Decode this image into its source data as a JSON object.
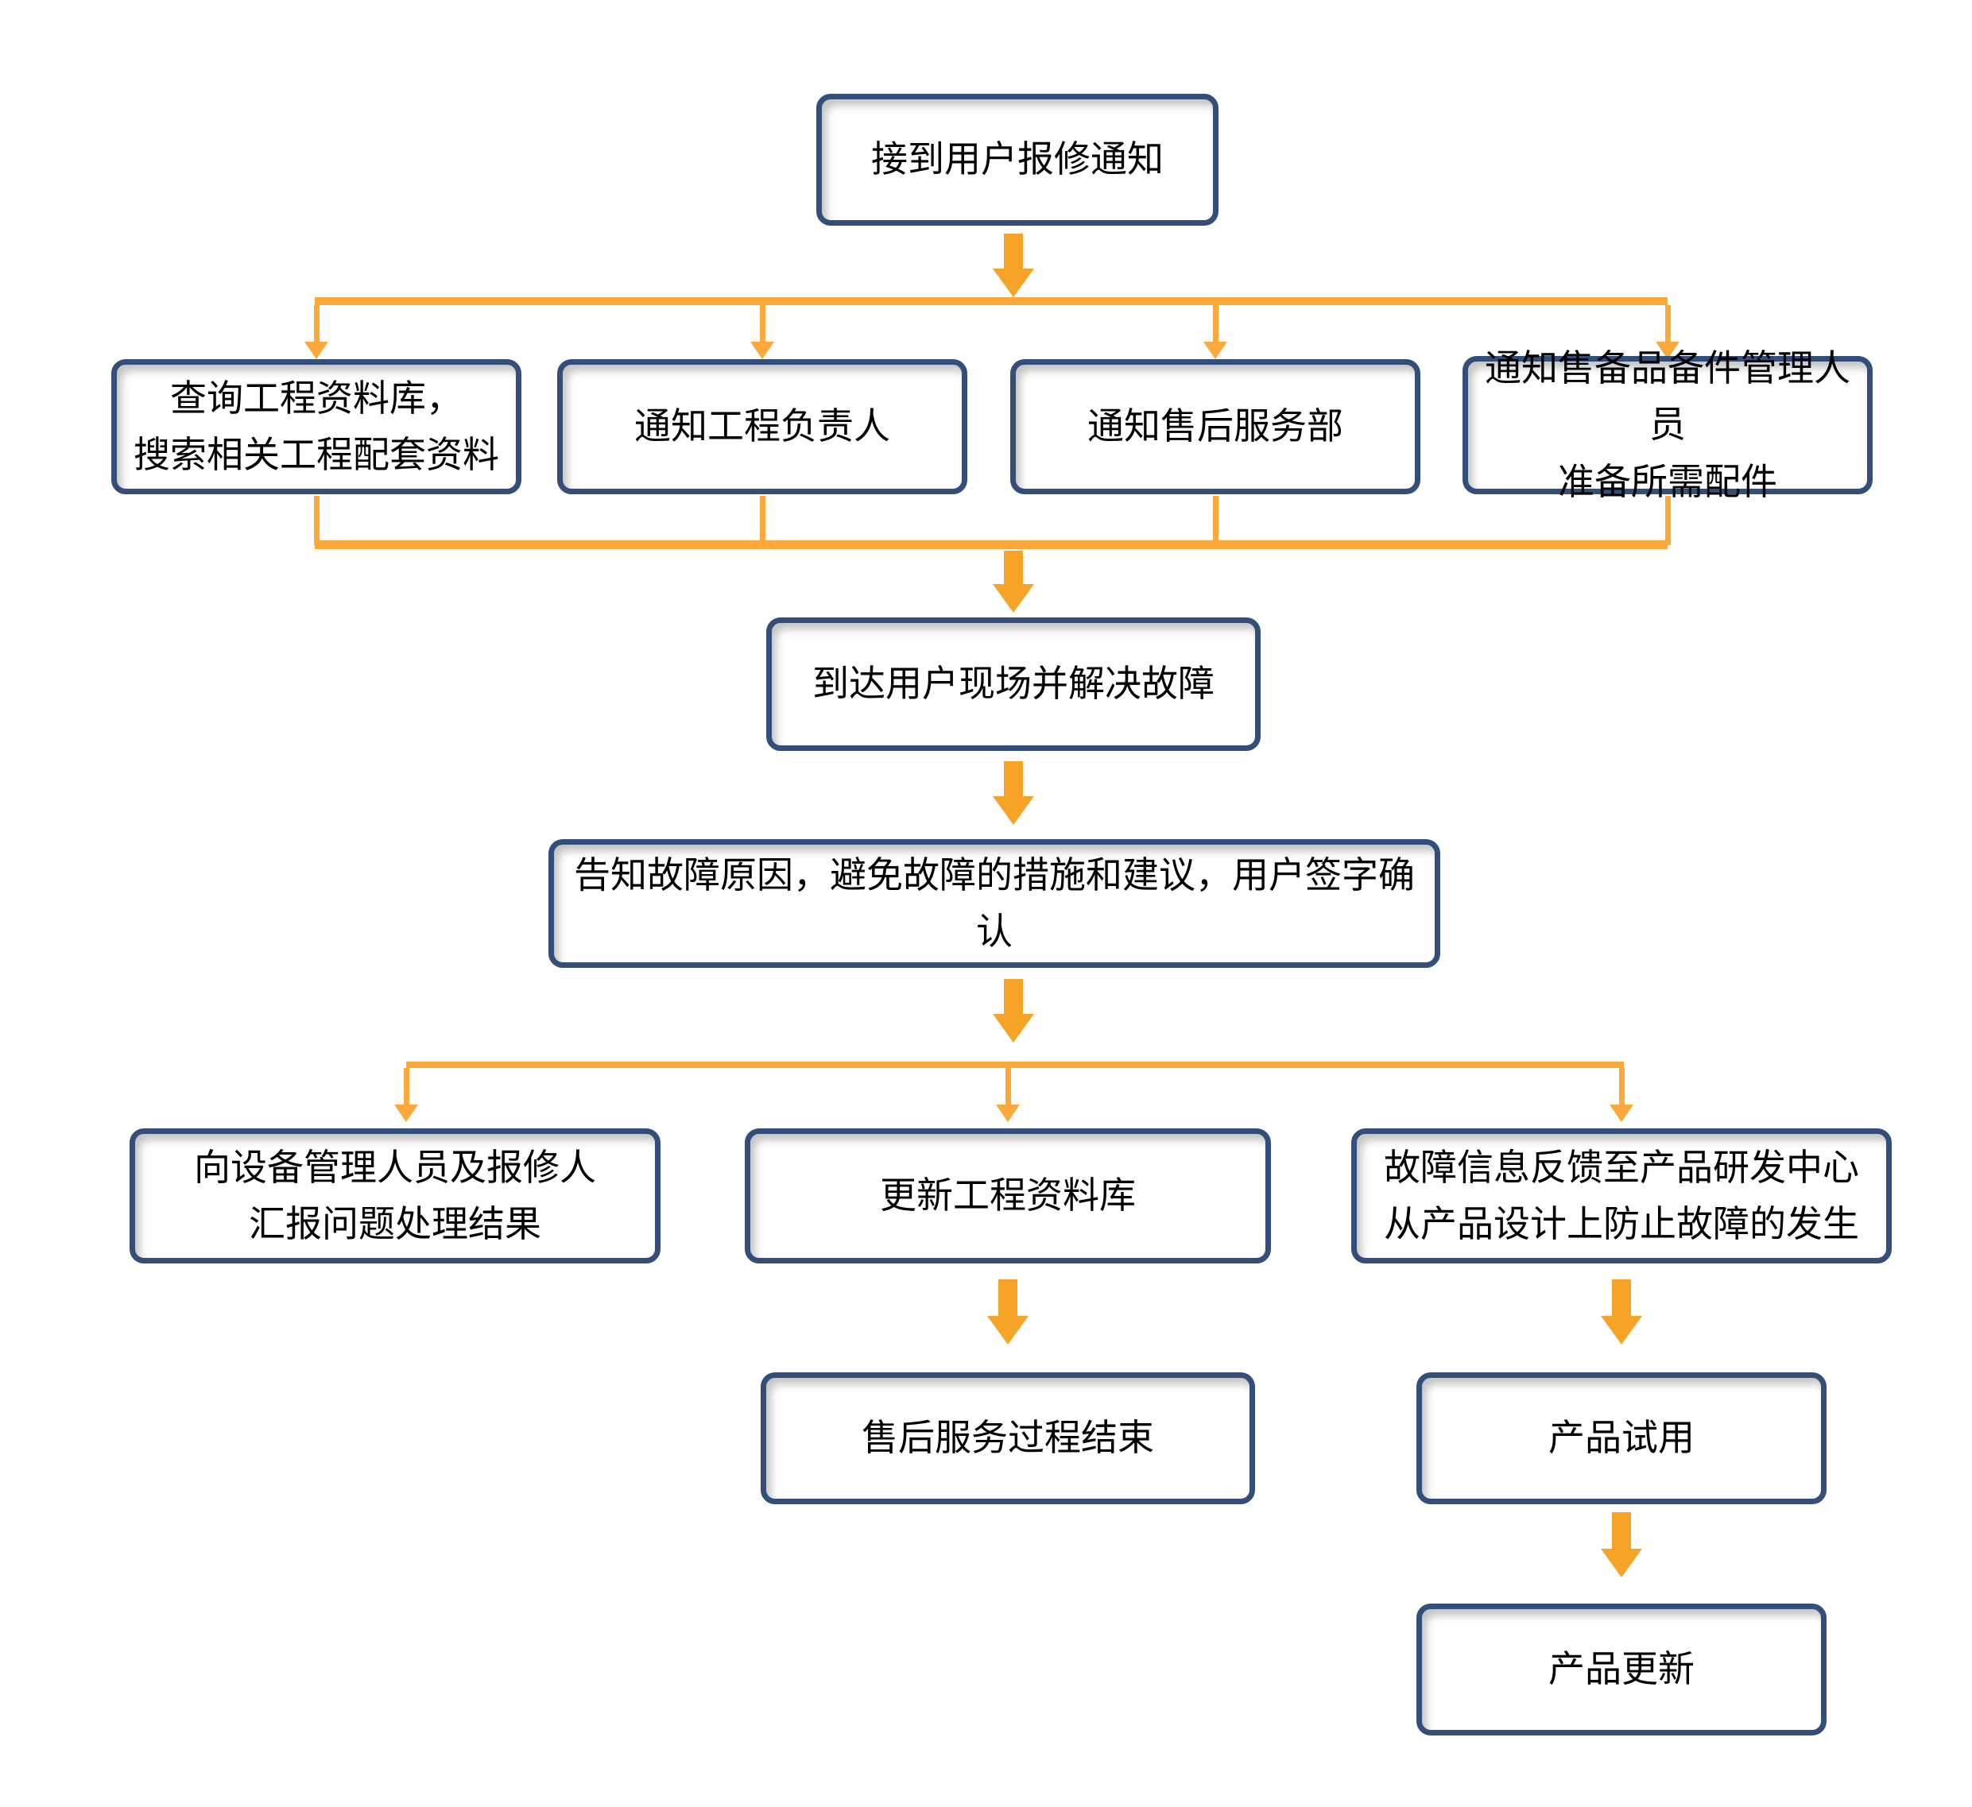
{
  "diagram": {
    "type": "flowchart",
    "colors": {
      "box_border": "#344E7A",
      "box_fill": "#FFFFFF",
      "thick_arrow": "#F5A428",
      "thin_connector": "#FAA93A",
      "text": "#000000",
      "background": "#FFFFFF"
    },
    "nodes": {
      "receive_notice": {
        "label": "接到用户报修通知"
      },
      "query_database": {
        "label": "查询工程资料库，\n搜索相关工程配套资料"
      },
      "notify_engineer": {
        "label": "通知工程负责人"
      },
      "notify_after_sales": {
        "label": "通知售后服务部"
      },
      "notify_spare_parts": {
        "label": "通知售备品备件管理人员\n准备所需配件"
      },
      "arrive_and_fix": {
        "label": "到达用户现场并解决故障"
      },
      "inform_cause_sign": {
        "label": "告知故障原因，避免故障的措施和建议，用户签字确认"
      },
      "report_result": {
        "label": "向设备管理人员及报修人\n汇报问题处理结果"
      },
      "update_database": {
        "label": "更新工程资料库"
      },
      "feedback_rd_center": {
        "label": "故障信息反馈至产品研发中心\n从产品设计上防止故障的发生"
      },
      "service_end": {
        "label": "售后服务过程结束"
      },
      "product_trial": {
        "label": "产品试用"
      },
      "product_update": {
        "label": "产品更新"
      }
    },
    "edges": [
      {
        "from": "receive_notice",
        "to": [
          "query_database",
          "notify_engineer",
          "notify_after_sales",
          "notify_spare_parts"
        ]
      },
      {
        "from": [
          "query_database",
          "notify_engineer",
          "notify_after_sales",
          "notify_spare_parts"
        ],
        "to": "arrive_and_fix"
      },
      {
        "from": "arrive_and_fix",
        "to": "inform_cause_sign"
      },
      {
        "from": "inform_cause_sign",
        "to": [
          "report_result",
          "update_database",
          "feedback_rd_center"
        ]
      },
      {
        "from": "update_database",
        "to": "service_end"
      },
      {
        "from": "feedback_rd_center",
        "to": "product_trial"
      },
      {
        "from": "product_trial",
        "to": "product_update"
      }
    ]
  }
}
